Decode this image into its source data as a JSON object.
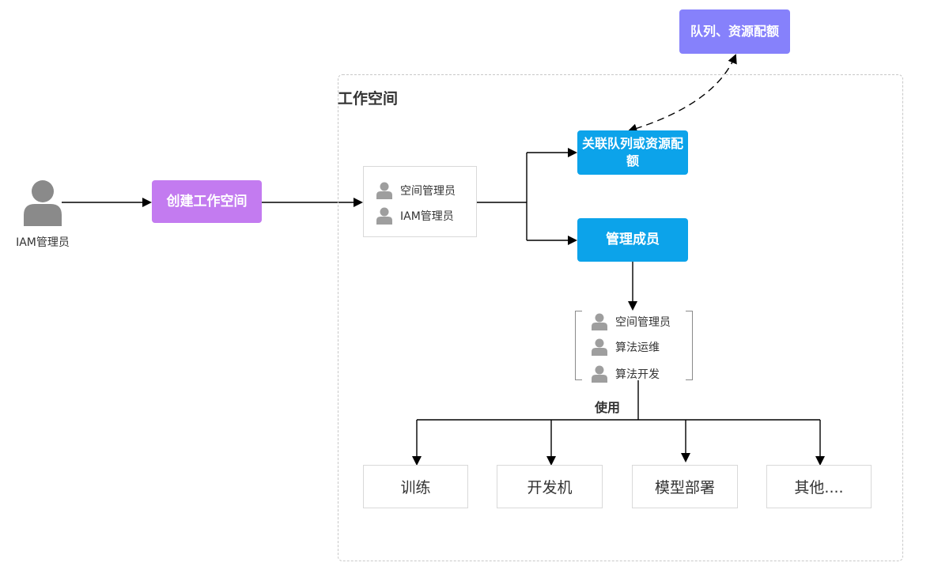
{
  "iam_user": {
    "label": "IAM管理员"
  },
  "create_workspace": {
    "label": "创建工作空间"
  },
  "workspace": {
    "title": "工作空间",
    "creator_roles": [
      "空间管理员",
      "IAM管理员"
    ],
    "associate_quota": {
      "label": "关联队列或资源配额"
    },
    "manage_members": {
      "label": "管理成员"
    },
    "member_roles": [
      "空间管理员",
      "算法运维",
      "算法开发"
    ],
    "use_label": "使用",
    "functions": [
      "训练",
      "开发机",
      "模型部署",
      "其他...."
    ]
  },
  "external_quota": {
    "label": "队列、资源配额"
  },
  "colors": {
    "create_button": "#c37bf0",
    "quota_box": "#8681fb",
    "action_box": "#0ca3ea",
    "person_icon": "#8a8a8a",
    "small_person_icon": "#9e9e9e"
  },
  "icons": {
    "user": "person-icon"
  }
}
